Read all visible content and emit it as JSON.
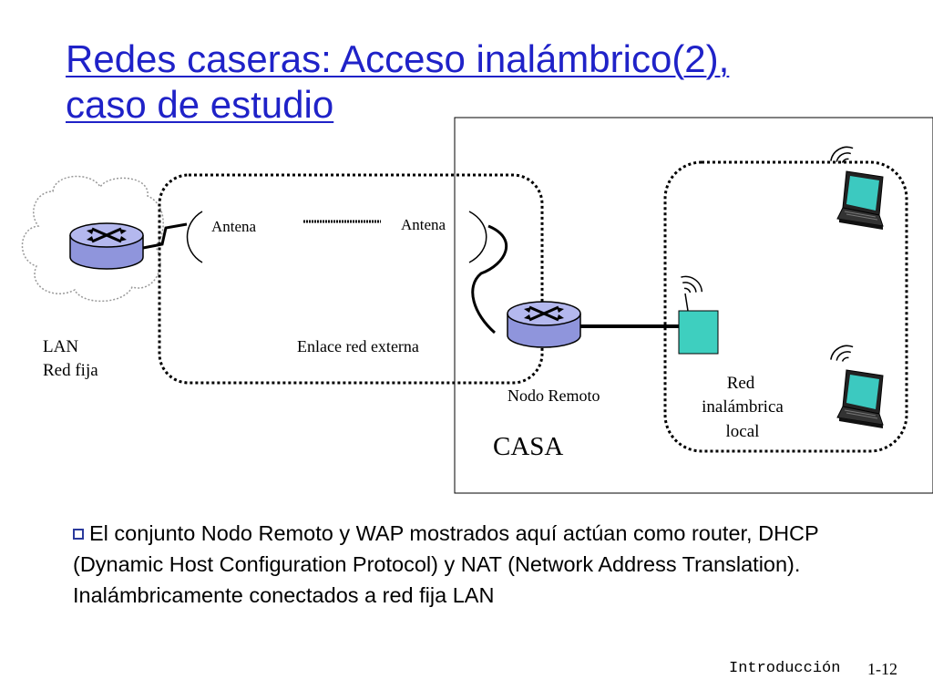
{
  "title": {
    "line1": "Redes caseras: Acceso inalámbrico(2),",
    "line2": "caso de estudio",
    "color": "#1f22c8"
  },
  "diagram": {
    "antenna_left_label": "Antena",
    "antenna_right_label": "Antena",
    "lan_label_line1": "LAN",
    "lan_label_line2": "Red fija",
    "external_link_label": "Enlace red externa",
    "remote_node_label": "Nodo Remoto",
    "wlan_label_line1": "Red",
    "wlan_label_line2": "inalámbrica",
    "wlan_label_line3": "local",
    "house_label": "CASA",
    "router_color": "#9aa0e0",
    "access_point_color": "#3ecfbf"
  },
  "bullet": {
    "text": "El conjunto Nodo Remoto y WAP mostrados aquí actúan como router, DHCP (Dynamic Host Configuration Protocol) y NAT (Network Address Translation). Inalámbricamente conectados a red fija LAN"
  },
  "footer": {
    "section": "Introducción",
    "page": "1-12"
  }
}
